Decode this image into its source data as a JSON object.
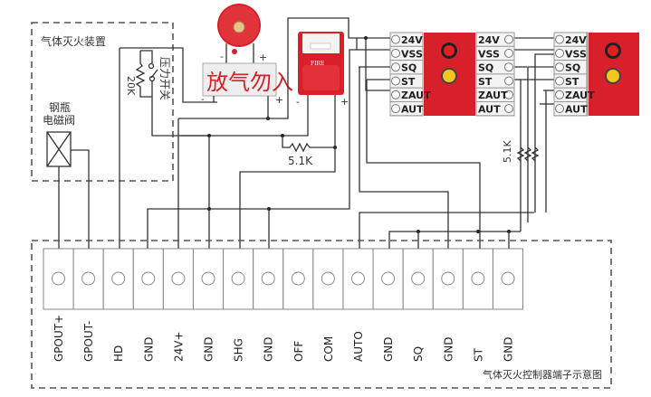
{
  "diagram": {
    "gas_device_box": {
      "title": "气体灭火装置",
      "solenoid_label_line1": "钢瓶",
      "solenoid_label_line2": "电磁阀",
      "pressure_switch_label": "压力开关",
      "resistor_label": "20K"
    },
    "sign": {
      "text": "放气勿入",
      "minus": "-",
      "plus": "+"
    },
    "bell": {
      "minus": "-",
      "plus": "+"
    },
    "strobe": {
      "brand": "FIRE",
      "minus": "-",
      "plus": "+"
    },
    "resistor_middle": "5.1K",
    "resistor_right": "5.1K",
    "modules": [
      {
        "terminals": [
          "24V",
          "VSS",
          "SQ",
          "ST",
          "ZAUT",
          "AUT"
        ]
      },
      {
        "terminals": [
          "24V",
          "VSS",
          "SQ",
          "ST",
          "ZAUT",
          "AUT"
        ]
      },
      {
        "terminals": [
          "24V",
          "VSS",
          "SQ",
          "ST",
          "ZAUT",
          "AUT"
        ]
      }
    ],
    "controller": {
      "caption": "气体灭火控制器端子示意图",
      "terminals": [
        "GPOUT+",
        "GPOUT-",
        "HD",
        "GND",
        "24V+",
        "GND",
        "SHG",
        "GND",
        "OFF",
        "COM",
        "AUTO",
        "GND",
        "SQ",
        "GND",
        "ST",
        "GND"
      ]
    },
    "colors": {
      "red": "#d8202a",
      "wire": "#333333",
      "yellow": "#f2c81e"
    }
  }
}
